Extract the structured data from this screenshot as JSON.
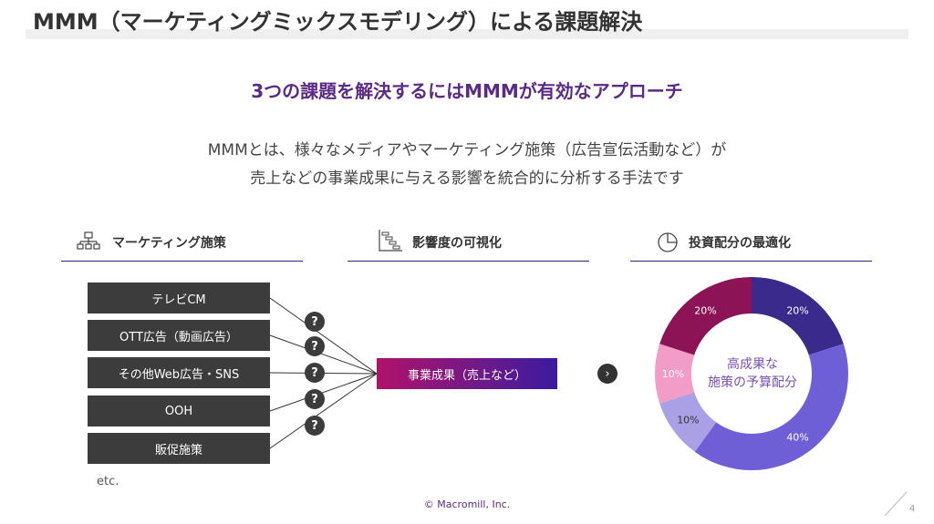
{
  "header": {
    "title": "MMM（マーケティングミックスモデリング）による課題解決"
  },
  "headline": "3つの課題を解決するにはMMMが有効なアプローチ",
  "description": {
    "line1": "MMMとは、様々なメディアやマーケティング施策（広告宣伝活動など）が",
    "line2": "売上などの事業成果に与える影響を統合的に分析する手法です"
  },
  "sections": [
    {
      "label": "マーケティング施策",
      "icon": "org-chart-icon"
    },
    {
      "label": "影響度の可視化",
      "icon": "stair-chart-icon"
    },
    {
      "label": "投資配分の最適化",
      "icon": "pie-chart-icon"
    }
  ],
  "channels": [
    "テレビCM",
    "OTT広告（動画広告）",
    "その他Web広告・SNS",
    "OOH",
    "販促施策"
  ],
  "unknown_mark": "?",
  "etc_label": "etc.",
  "result_label": "事業成果（売上など）",
  "arrow_glyph": "›",
  "donut": {
    "center_line1": "高成果な",
    "center_line2": "施策の予算配分",
    "segments": [
      {
        "label": "20%",
        "value": 20,
        "color": "#3a2a8c"
      },
      {
        "label": "40%",
        "value": 40,
        "color": "#6f5fd6"
      },
      {
        "label": "10%",
        "value": 10,
        "color": "#aaa0e6"
      },
      {
        "label": "10%",
        "value": 10,
        "color": "#f29cc8"
      },
      {
        "label": "20%",
        "value": 20,
        "color": "#8c1456"
      }
    ]
  },
  "footer": {
    "copyright": "© Macromill, Inc.",
    "page": "4"
  },
  "colors": {
    "accent": "#5b2a86",
    "box": "#3c3c3c",
    "line": "#2b2b6b"
  }
}
